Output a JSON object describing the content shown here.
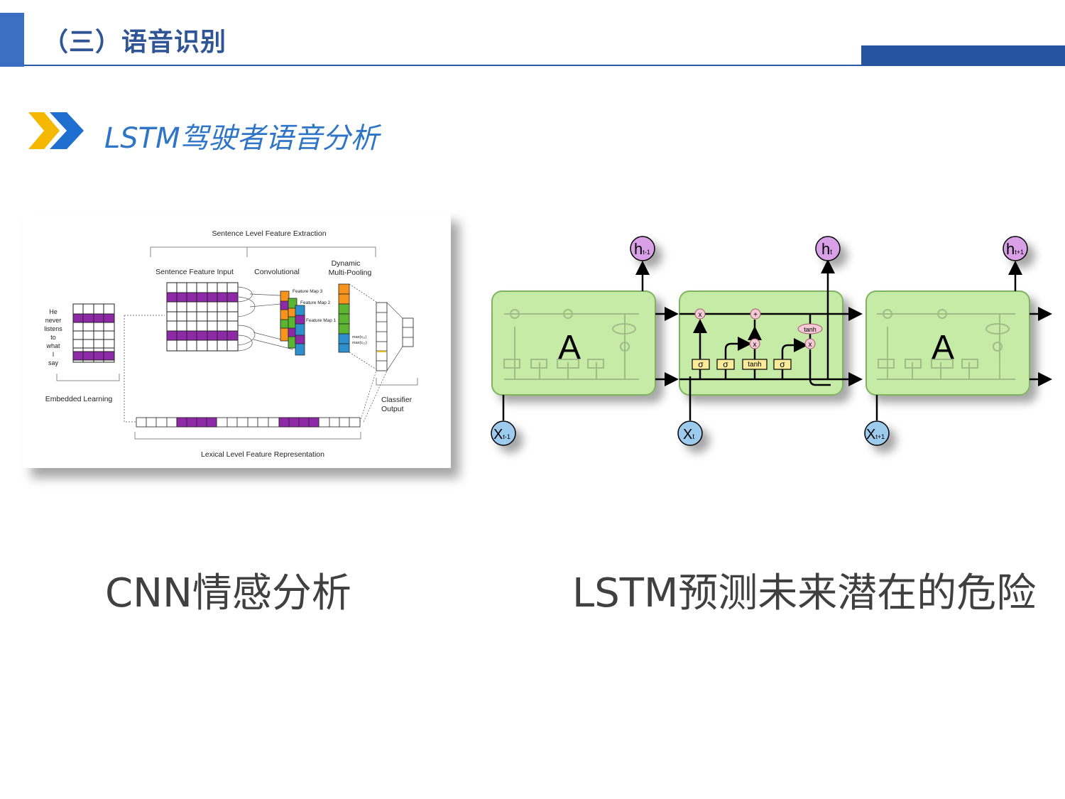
{
  "header": {
    "title": "（三）语音识别"
  },
  "section": {
    "subtitle": "LSTM驾驶者语音分析"
  },
  "cnn_diagram": {
    "title": "Sentence Level Feature Extraction",
    "stage_input": "Sentence Feature Input",
    "stage_conv": "Convolutional",
    "stage_pool_1": "Dynamic",
    "stage_pool_2": "Multi-Pooling",
    "words": [
      "He",
      "never",
      "listens",
      "to",
      "what",
      "I",
      "say"
    ],
    "embedded": "Embedded Learning",
    "fmap3": "Feature Map 3",
    "fmap2": "Feature Map 2",
    "fmap1": "Feature Map 1",
    "max1": "max(c₁₁)",
    "max2": "max(c₁₂)",
    "classifier_1": "Classifier",
    "classifier_2": "Output",
    "lexical": "Lexical Level Feature Representation",
    "colors": {
      "purple": "#8e2aa8",
      "orange": "#f7941d",
      "green": "#5cb531",
      "blue": "#2e8fcf"
    }
  },
  "lstm_diagram": {
    "cell_label": "A",
    "h_prev": "h",
    "h_prev_sub": "t-1",
    "h_cur": "h",
    "h_cur_sub": "t",
    "h_next": "h",
    "h_next_sub": "t+1",
    "x_prev": "X",
    "x_prev_sub": "t-1",
    "x_cur": "X",
    "x_cur_sub": "t",
    "x_next": "X",
    "x_next_sub": "t+1",
    "sigma": "σ",
    "tanh": "tanh",
    "times": "x",
    "plus": "+",
    "colors": {
      "cell": "#c6eba7",
      "cell_border": "#7fb35f",
      "h_node": "#d9a0e8",
      "x_node": "#9ccbee",
      "gate": "#fbeb9b"
    }
  },
  "captions": {
    "left": "CNN情感分析",
    "right": "LSTM预测未来潜在的危险"
  }
}
